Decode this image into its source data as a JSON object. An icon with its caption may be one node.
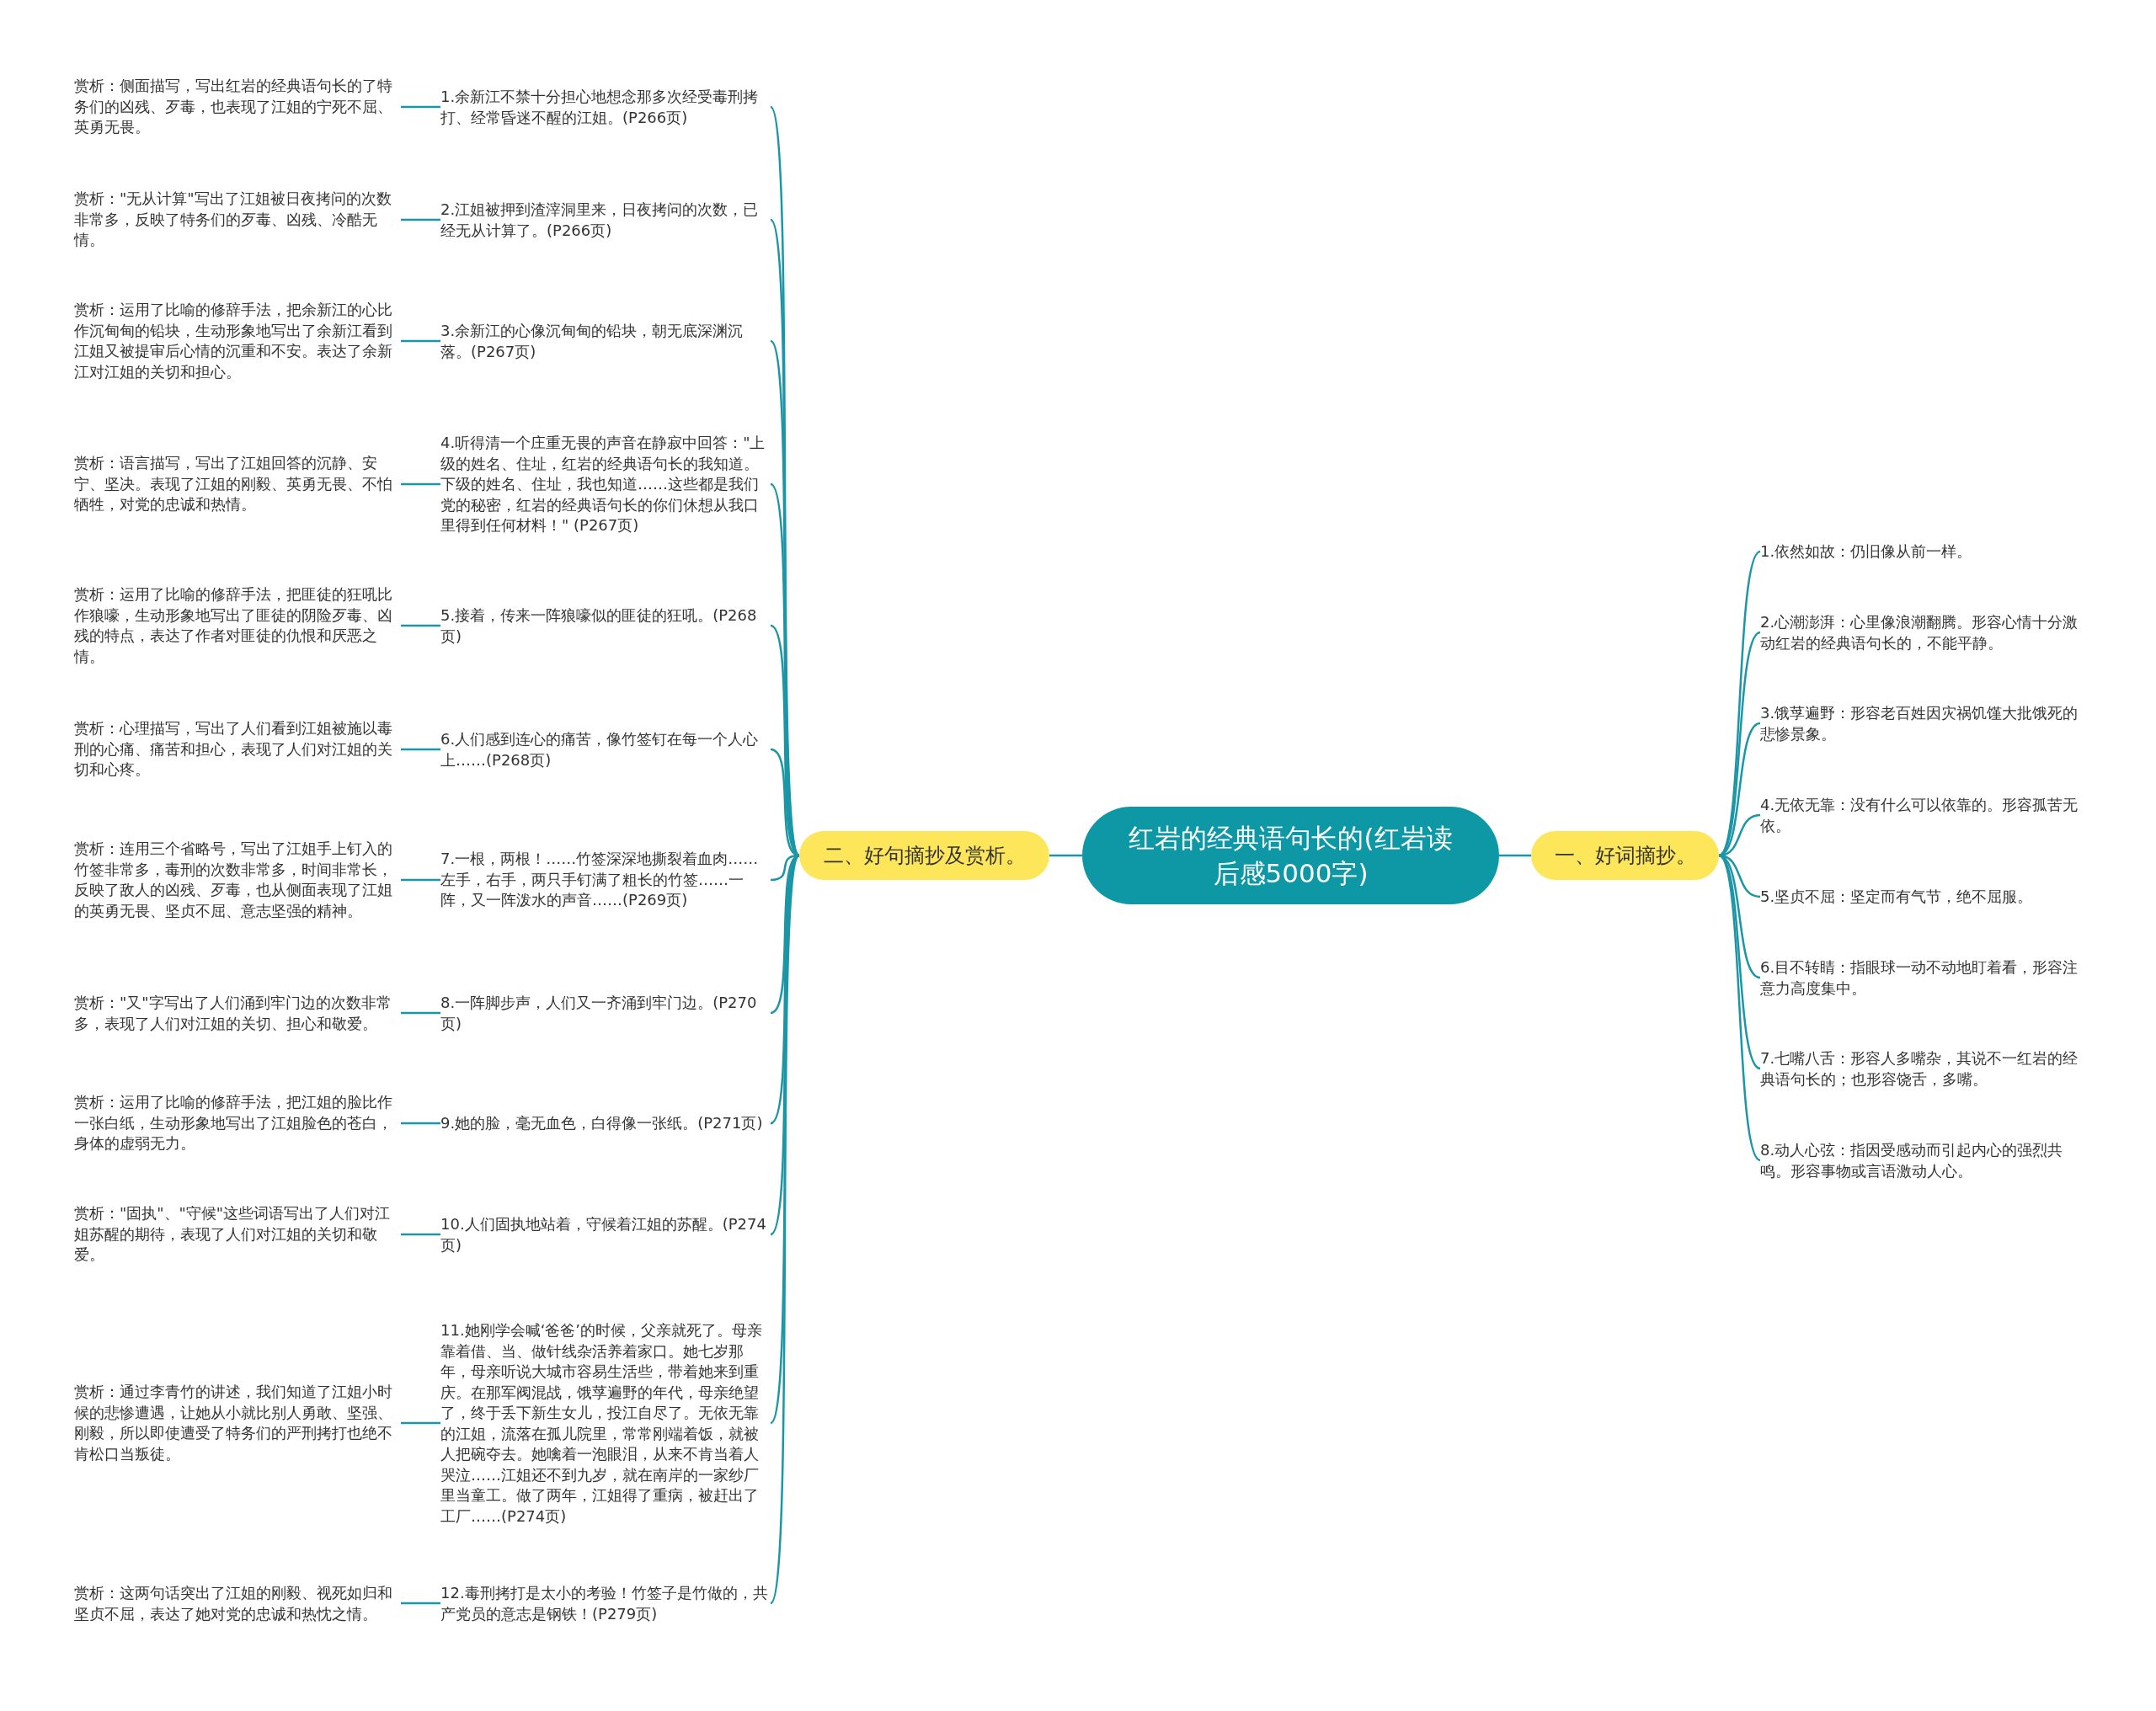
{
  "diagram": {
    "nodes": [
      {
        "text": [
          "红岩的经典语句长的(红岩读后感5000字)"
        ]
      },
      {
        "text": [
          "一、好词摘抄。"
        ]
      },
      {
        "text": [
          "1.依然如故：仍旧像从前一样。"
        ]
      },
      {
        "text": [
          "2.心潮澎湃：心里像浪潮翻腾。形容心情十分激动红岩的经典语句长的，不能平静。"
        ]
      },
      {
        "text": [
          "3.饿莩遍野：形容老百姓因灾祸饥馑大批饿死的悲惨景象。"
        ]
      },
      {
        "text": [
          "4.无依无靠：没有什么可以依靠的。形容孤苦无依。"
        ]
      },
      {
        "text": [
          "5.坚贞不屈：坚定而有气节，绝不屈服。"
        ]
      },
      {
        "text": [
          "6.目不转睛：指眼球一动不动地盯着看，形容注意力高度集中。"
        ]
      },
      {
        "text": [
          "7.七嘴八舌：形容人多嘴杂，其说不一红岩的经典语句长的；也形容饶舌，多嘴。"
        ]
      },
      {
        "text": [
          "8.动人心弦：指因受感动而引起内心的强烈共鸣。形容事物或言语激动人心。"
        ]
      },
      {
        "text": [
          "二、好句摘抄及赏析。"
        ]
      },
      {
        "text": [
          "1.余新江不禁十分担心地想念那多次经受毒刑拷打、经常昏迷不醒的江姐。(P266页)"
        ]
      },
      {
        "text": [
          "2.江姐被押到渣滓洞里来，日夜拷问的次数，已经无从计算了。(P266页)"
        ]
      },
      {
        "text": [
          "3.余新江的心像沉甸甸的铅块，朝无底深渊沉落。(P267页)"
        ]
      },
      {
        "text": [
          "4.听得清一个庄重无畏的声音在静寂中回答：\"上级的姓名、住址，红岩的经典语句长的我知道。下级的姓名、住址，我也知道……这些都是我们党的秘密，红岩的经典语句长的你们休想从我口里得到任何材料！\" (P267页)"
        ]
      },
      {
        "text": [
          "5.接着，传来一阵狼嚎似的匪徒的狂吼。(P268页)"
        ]
      },
      {
        "text": [
          "6.人们感到连心的痛苦，像竹签钉在每一个人心上……(P268页)"
        ]
      },
      {
        "text": [
          "7.一根，两根！……竹签深深地撕裂着血肉……左手，右手，两只手钉满了粗长的竹签……一阵，又一阵泼水的声音……(P269页)"
        ]
      },
      {
        "text": [
          "8.一阵脚步声，人们又一齐涌到牢门边。(P270页)"
        ]
      },
      {
        "text": [
          "9.她的脸，毫无血色，白得像一张纸。(P271页)"
        ]
      },
      {
        "text": [
          "10.人们固执地站着，守候着江姐的苏醒。(P274页)"
        ]
      },
      {
        "text": [
          "11.她刚学会喊‘爸爸’的时候，父亲就死了。母亲靠着借、当、做针线杂活养着家口。她七岁那年，母亲听说大城市容易生活些，带着她来到重庆。在那军阀混战，饿莩遍野的年代，母亲绝望了，终于丢下新生女儿，投江自尽了。无依无靠的江姐，流落在孤儿院里，常常刚端着饭，就被人把碗夺去。她噙着一泡眼泪，从来不肯当着人哭泣……江姐还不到九岁，就在南岸的一家纱厂里当童工。做了两年，江姐得了重病，被赶出了工厂……(P274页)"
        ]
      },
      {
        "text": [
          "12.毒刑拷打是太小的考验！竹签子是竹做的，共产党员的意志是钢铁！(P279页)"
        ]
      },
      {
        "text": [
          "赏析：侧面描写，写出红岩的经典语句长的了特务们的凶残、歹毒，也表现了江姐的宁死不屈、英勇无畏。"
        ]
      },
      {
        "text": [
          "赏析：\"无从计算\"写出了江姐被日夜拷问的次数非常多，反映了特务们的歹毒、凶残、冷酷无情。"
        ]
      },
      {
        "text": [
          "赏析：运用了比喻的修辞手法，把余新江的心比作沉甸甸的铅块，生动形象地写出了余新江看到江姐又被提审后心情的沉重和不安。表达了余新江对江姐的关切和担心。"
        ]
      },
      {
        "text": [
          "赏析：语言描写，写出了江姐回答的沉静、安宁、坚决。表现了江姐的刚毅、英勇无畏、不怕牺牲，对党的忠诚和热情。"
        ]
      },
      {
        "text": [
          "赏析：运用了比喻的修辞手法，把匪徒的狂吼比作狼嚎，生动形象地写出了匪徒的阴险歹毒、凶残的特点，表达了作者对匪徒的仇恨和厌恶之情。"
        ]
      },
      {
        "text": [
          "赏析：心理描写，写出了人们看到江姐被施以毒刑的心痛、痛苦和担心，表现了人们对江姐的关切和心疼。"
        ]
      },
      {
        "text": [
          "赏析：连用三个省略号，写出了江姐手上钉入的竹签非常多，毒刑的次数非常多，时间非常长，反映了敌人的凶残、歹毒，也从侧面表现了江姐的英勇无畏、坚贞不屈、意志坚强的精神。"
        ]
      },
      {
        "text": [
          "赏析：\"又\"字写出了人们涌到牢门边的次数非常多，表现了人们对江姐的关切、担心和敬爱。"
        ]
      },
      {
        "text": [
          "赏析：运用了比喻的修辞手法，把江姐的脸比作一张白纸，生动形象地写出了江姐脸色的苍白，身体的虚弱无力。"
        ]
      },
      {
        "text": [
          "赏析：\"固执\"、\"守候\"这些词语写出了人们对江姐苏醒的期待，表现了人们对江姐的关切和敬爱。"
        ]
      },
      {
        "text": [
          "赏析：通过李青竹的讲述，我们知道了江姐小时候的悲惨遭遇，让她从小就比别人勇敢、坚强、刚毅，所以即使遭受了特务们的严刑拷打也绝不肯松口当叛徒。"
        ]
      },
      {
        "text": [
          "赏析：这两句话突出了江姐的刚毅、视死如归和坚贞不屈，表达了她对党的忠诚和热忱之情。"
        ]
      }
    ],
    "edges": [
      {
        "from": 0,
        "to": 1,
        "arrow": "none"
      },
      {
        "from": 1,
        "to": 2,
        "arrow": "none"
      },
      {
        "from": 1,
        "to": 3,
        "arrow": "none"
      },
      {
        "from": 1,
        "to": 4,
        "arrow": "none"
      },
      {
        "from": 1,
        "to": 5,
        "arrow": "none"
      },
      {
        "from": 1,
        "to": 6,
        "arrow": "none"
      },
      {
        "from": 1,
        "to": 7,
        "arrow": "none"
      },
      {
        "from": 1,
        "to": 8,
        "arrow": "none"
      },
      {
        "from": 1,
        "to": 9,
        "arrow": "none"
      },
      {
        "from": 0,
        "to": 10,
        "arrow": "none"
      },
      {
        "from": 10,
        "to": 11,
        "arrow": "none"
      },
      {
        "from": 10,
        "to": 12,
        "arrow": "none"
      },
      {
        "from": 10,
        "to": 13,
        "arrow": "none"
      },
      {
        "from": 10,
        "to": 14,
        "arrow": "none"
      },
      {
        "from": 10,
        "to": 15,
        "arrow": "none"
      },
      {
        "from": 10,
        "to": 16,
        "arrow": "none"
      },
      {
        "from": 10,
        "to": 17,
        "arrow": "none"
      },
      {
        "from": 10,
        "to": 18,
        "arrow": "none"
      },
      {
        "from": 10,
        "to": 19,
        "arrow": "none"
      },
      {
        "from": 10,
        "to": 20,
        "arrow": "none"
      },
      {
        "from": 10,
        "to": 21,
        "arrow": "none"
      },
      {
        "from": 10,
        "to": 22,
        "arrow": "none"
      },
      {
        "from": 11,
        "to": 23,
        "arrow": "none"
      },
      {
        "from": 12,
        "to": 24,
        "arrow": "none"
      },
      {
        "from": 13,
        "to": 25,
        "arrow": "none"
      },
      {
        "from": 14,
        "to": 26,
        "arrow": "none"
      },
      {
        "from": 15,
        "to": 27,
        "arrow": "none"
      },
      {
        "from": 16,
        "to": 28,
        "arrow": "none"
      },
      {
        "from": 17,
        "to": 29,
        "arrow": "none"
      },
      {
        "from": 18,
        "to": 30,
        "arrow": "none"
      },
      {
        "from": 19,
        "to": 31,
        "arrow": "none"
      },
      {
        "from": 20,
        "to": 32,
        "arrow": "none"
      },
      {
        "from": 21,
        "to": 33,
        "arrow": "none"
      },
      {
        "from": 22,
        "to": 34,
        "arrow": "none"
      }
    ]
  }
}
